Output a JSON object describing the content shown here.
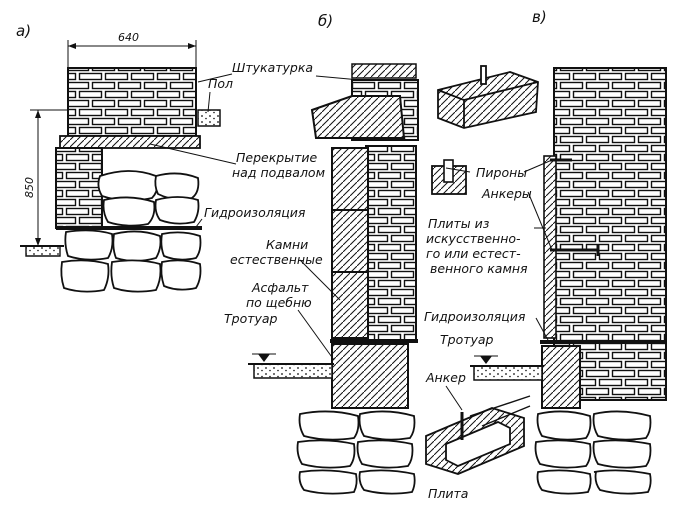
{
  "panels": {
    "a": "а)",
    "b": "б)",
    "c": "в)"
  },
  "dimensions": {
    "width": "640",
    "height": "850"
  },
  "labels": {
    "plaster": "Штукатурка",
    "floor": "Пол",
    "slab_line1": "Перекрытие",
    "slab_line2": "над подвалом",
    "waterproofing_a": "Гидроизоляция",
    "stones_line1": "Камни",
    "stones_line2": "естественные",
    "asphalt_line1": "Асфальт",
    "asphalt_line2": "по щебню",
    "sidewalk_a": "Тротуар",
    "pins": "Пироны",
    "anchors": "Анкеры",
    "slabs_line1": "Плиты из",
    "slabs_line2": "искусственно-",
    "slabs_line3": "го или естест-",
    "slabs_line4": "венного камня",
    "waterproofing_c": "Гидроизоляция",
    "sidewalk_c": "Тротуар",
    "anchor": "Анкер",
    "slab": "Плита"
  },
  "colors": {
    "ink": "#111111",
    "paper": "#ffffff"
  }
}
